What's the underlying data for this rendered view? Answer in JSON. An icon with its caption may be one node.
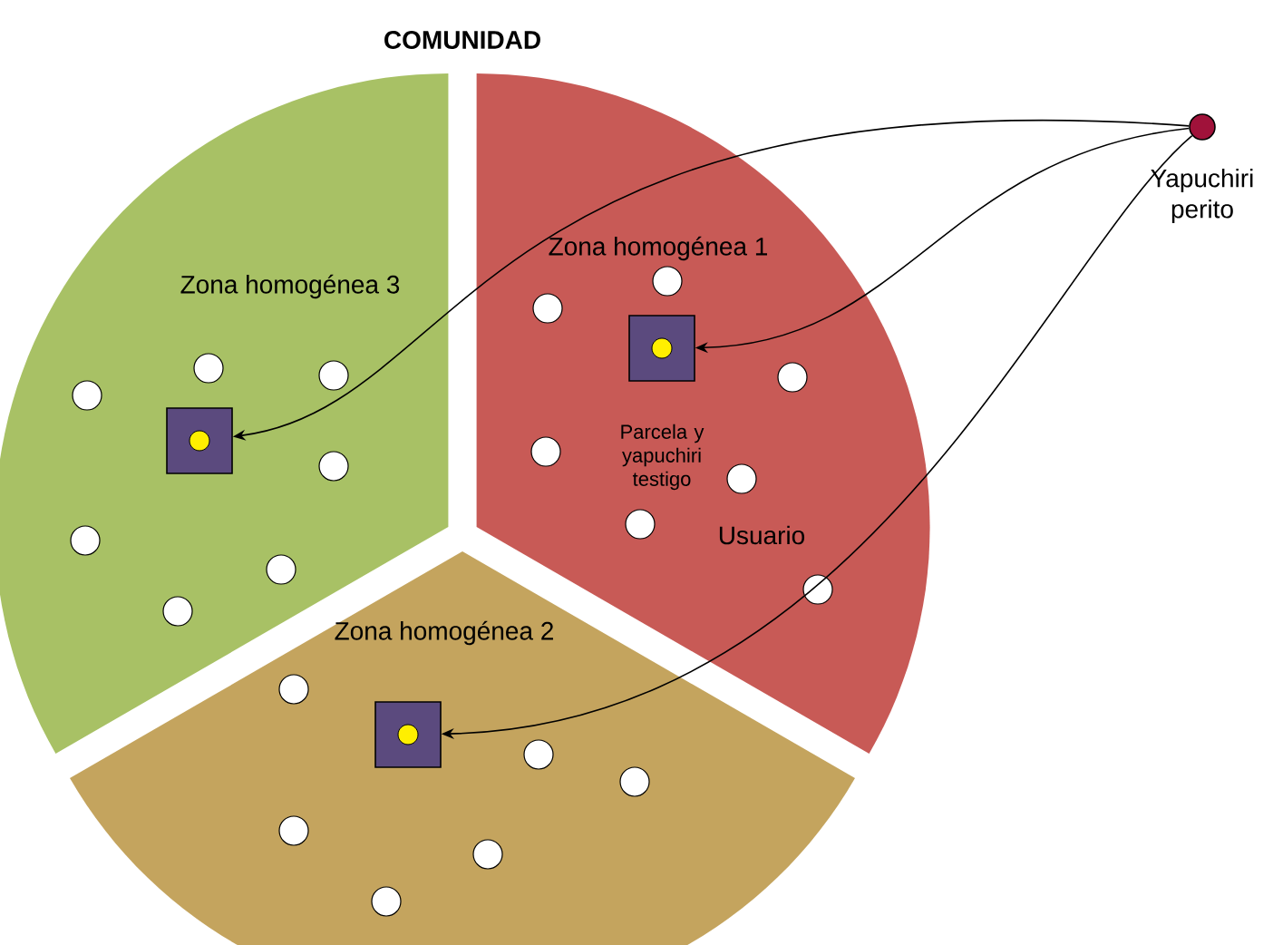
{
  "diagram": {
    "title": "COMUNIDAD",
    "nodes": [
      {
        "text": [
          "Zona homogénea 1"
        ]
      },
      {
        "text": [],
        "shape": "box",
        "in": 0,
        "beside": [
          "Parcela y yapuchiri testigo"
        ]
      },
      {
        "text": [
          "Zona homogénea 3"
        ]
      },
      {
        "text": [],
        "shape": "box",
        "in": 2
      },
      {
        "text": [
          "Zona homogénea 2"
        ]
      },
      {
        "text": [],
        "shape": "box",
        "in": 4
      },
      {
        "text": [],
        "shape": "circle",
        "beside": [
          "Yapuchiri perito"
        ]
      }
    ],
    "edges": [
      {
        "from": 6,
        "to": 1,
        "arrow": "to"
      },
      {
        "from": 6,
        "to": 3,
        "arrow": "to"
      },
      {
        "from": 6,
        "to": 5,
        "arrow": "to"
      }
    ],
    "labels": [
      "Usuario"
    ]
  }
}
